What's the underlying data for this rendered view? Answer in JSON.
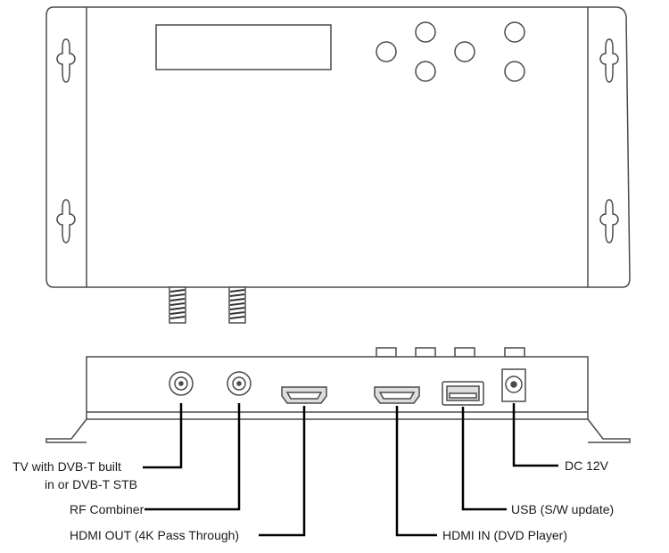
{
  "labels": {
    "tv_line1": "TV with DVB-T built",
    "tv_line2": "in or DVB-T STB",
    "rf_combiner": "RF Combiner",
    "hdmi_out": "HDMI OUT (4K Pass Through)",
    "hdmi_in": "HDMI IN (DVD Player)",
    "usb": "USB (S/W update)",
    "dc": "DC 12V"
  },
  "colors": {
    "line": "#4a4a4a",
    "leader": "#000000",
    "device_fill": "#ffffff",
    "port_fill": "#dddddd"
  },
  "icons": {
    "front_buttons": "circle-buttons",
    "coax_port": "f-connector",
    "hdmi_port": "hdmi-connector",
    "usb_port": "usb-a-connector",
    "dc_port": "dc-barrel-jack"
  }
}
